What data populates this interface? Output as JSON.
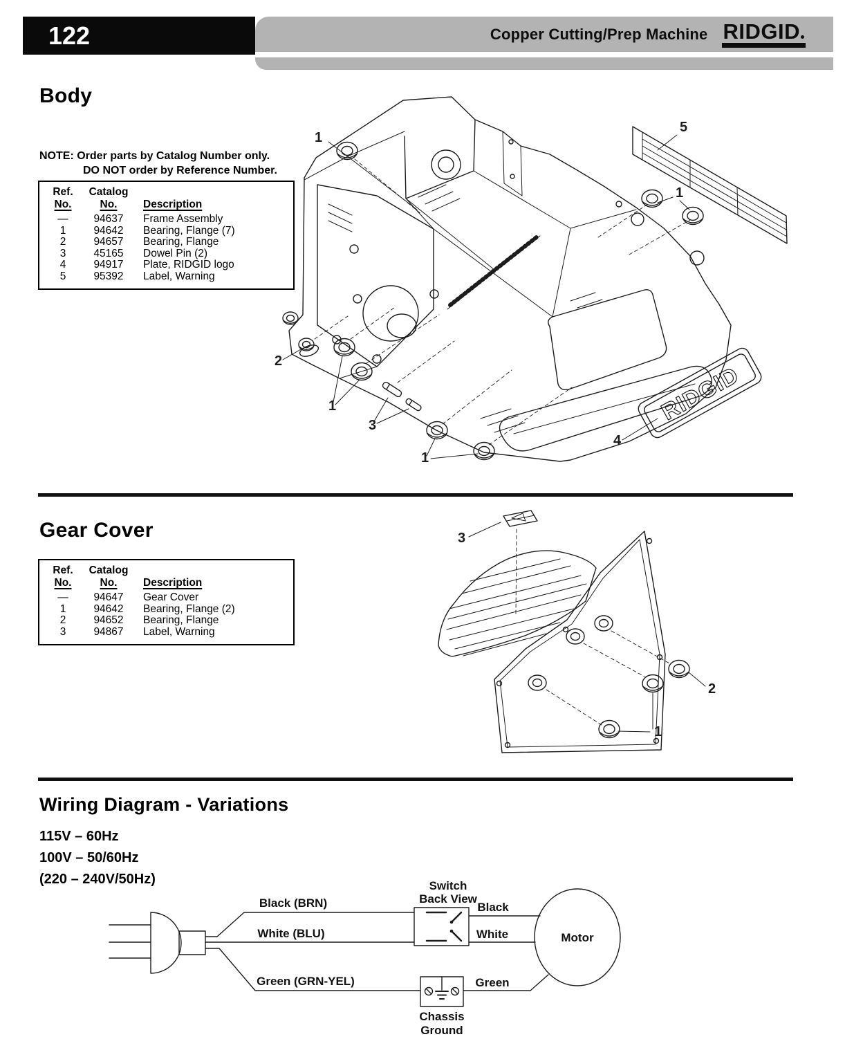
{
  "header": {
    "page_number": "122",
    "title": "Copper Cutting/Prep Machine",
    "brand": "RIDGID"
  },
  "table_headers": {
    "ref1": "Ref.",
    "ref2": "No.",
    "cat1": "Catalog",
    "cat2": "No.",
    "desc": "Description"
  },
  "body": {
    "heading": "Body",
    "note_line1": "NOTE: Order parts by Catalog Number only.",
    "note_line2": "DO NOT order by Reference Number.",
    "table": {
      "rows": [
        {
          "ref": "—",
          "cat": "94637",
          "desc": "Frame Assembly"
        },
        {
          "ref": "1",
          "cat": "94642",
          "desc": "Bearing, Flange (7)"
        },
        {
          "ref": "2",
          "cat": "94657",
          "desc": "Bearing, Flange"
        },
        {
          "ref": "3",
          "cat": "45165",
          "desc": "Dowel Pin (2)"
        },
        {
          "ref": "4",
          "cat": "94917",
          "desc": "Plate, RIDGID logo"
        },
        {
          "ref": "5",
          "cat": "95392",
          "desc": "Label, Warning"
        }
      ]
    },
    "plate_text": "RIDGID",
    "callouts": {
      "c1a": "1",
      "c5": "5",
      "c1b": "1",
      "c2": "2",
      "c1c": "1",
      "c3": "3",
      "c1d": "1",
      "c4": "4"
    }
  },
  "gear": {
    "heading": "Gear Cover",
    "table": {
      "rows": [
        {
          "ref": "—",
          "cat": "94647",
          "desc": "Gear Cover"
        },
        {
          "ref": "1",
          "cat": "94642",
          "desc": "Bearing, Flange (2)"
        },
        {
          "ref": "2",
          "cat": "94652",
          "desc": "Bearing, Flange"
        },
        {
          "ref": "3",
          "cat": "94867",
          "desc": "Label, Warning"
        }
      ]
    },
    "callouts": {
      "c3": "3",
      "c2": "2",
      "c1": "1"
    }
  },
  "wiring": {
    "heading": "Wiring Diagram - Variations",
    "variations": [
      "115V – 60Hz",
      "100V – 50/60Hz",
      "(220 – 240V/50Hz)"
    ],
    "labels": {
      "switch_line1": "Switch",
      "switch_line2": "Back View",
      "black_full": "Black (BRN)",
      "white_full": "White (BLU)",
      "green_full": "Green (GRN-YEL)",
      "black": "Black",
      "white": "White",
      "green": "Green",
      "motor": "Motor",
      "chassis_line1": "Chassis",
      "chassis_line2": "Ground"
    }
  }
}
